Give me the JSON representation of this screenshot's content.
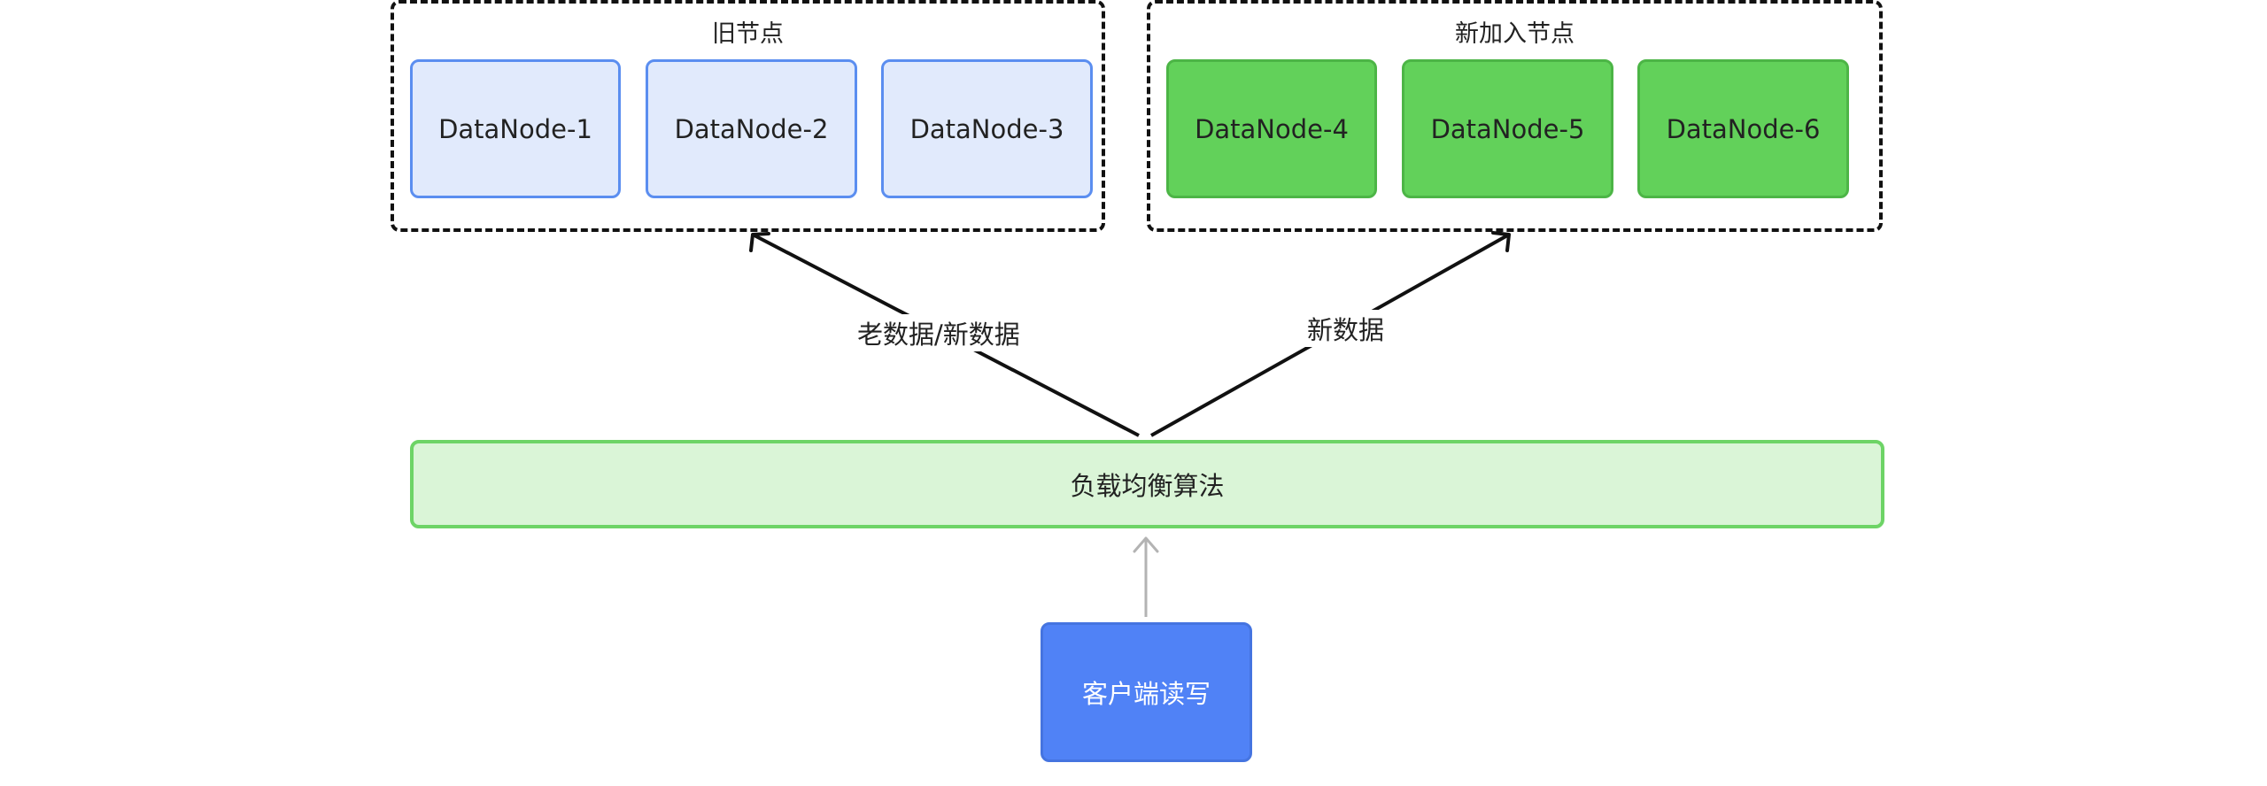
{
  "groups": {
    "old": {
      "title": "旧节点"
    },
    "new": {
      "title": "新加入节点"
    }
  },
  "nodes": {
    "n1": "DataNode-1",
    "n2": "DataNode-2",
    "n3": "DataNode-3",
    "n4": "DataNode-4",
    "n5": "DataNode-5",
    "n6": "DataNode-6"
  },
  "balancer": {
    "label": "负载均衡算法"
  },
  "client": {
    "label": "客户端读写"
  },
  "edges": {
    "to_old": "老数据/新数据",
    "to_new": "新数据"
  },
  "colors": {
    "old_node_fill": "#e1eafc",
    "old_node_border": "#5b8ef0",
    "new_node_fill": "#62d15a",
    "balancer_fill": "#daf5d7",
    "balancer_border": "#6dd466",
    "client_fill": "#5082f6",
    "client_arrow": "#b3b3b3"
  }
}
